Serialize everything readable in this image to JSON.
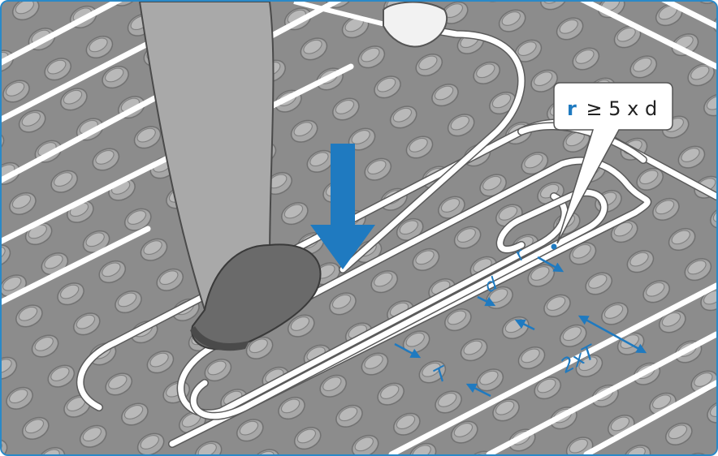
{
  "callout": {
    "r": "r",
    "rest": "≥ 5 x d"
  },
  "labels": {
    "r": "r",
    "d": "d",
    "T": "T",
    "twoT": "2xT"
  },
  "colors": {
    "accent": "#1f7ac0",
    "pipe": "#ffffff",
    "panel": "#8f8f8f",
    "frame": "#2a89c8"
  },
  "icons": {
    "press_arrow": "down-arrow-icon",
    "boot": "boot-icon",
    "hand": "hand-icon"
  }
}
